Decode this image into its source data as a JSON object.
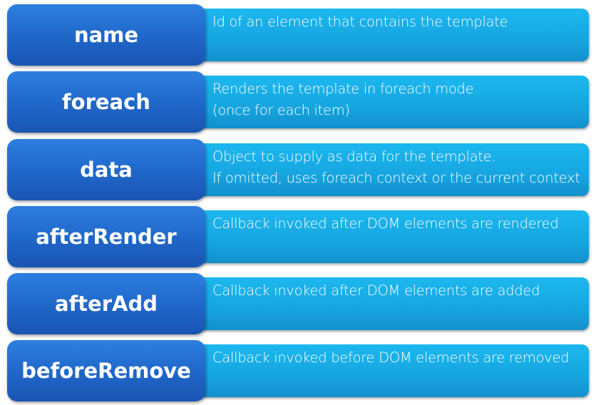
{
  "options": [
    {
      "name": "name",
      "description": [
        "Id of an element that contains the template"
      ]
    },
    {
      "name": "foreach",
      "description": [
        "Renders the template in foreach mode",
        "(once for each item)"
      ]
    },
    {
      "name": "data",
      "description": [
        "Object to supply as data for the template.",
        "If omitted, uses foreach context or the current context"
      ]
    },
    {
      "name": "afterRender",
      "description": [
        "Callback invoked after DOM elements are rendered"
      ]
    },
    {
      "name": "afterAdd",
      "description": [
        "Callback invoked after DOM elements are added"
      ]
    },
    {
      "name": "beforeRemove",
      "description": [
        "Callback invoked before DOM elements are removed"
      ]
    }
  ]
}
